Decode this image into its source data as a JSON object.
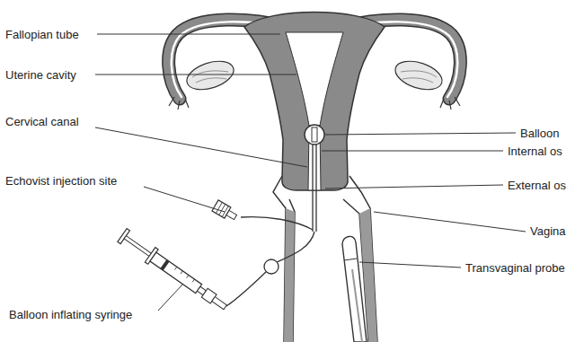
{
  "diagram": {
    "labels": [
      "Fallopian tube",
      "Uterine cavity",
      "Cervical canal",
      "Echovist injection site",
      "Balloon inflating syringe",
      "Balloon",
      "Internal os",
      "External os",
      "Vagina",
      "Transvaginal probe"
    ]
  }
}
